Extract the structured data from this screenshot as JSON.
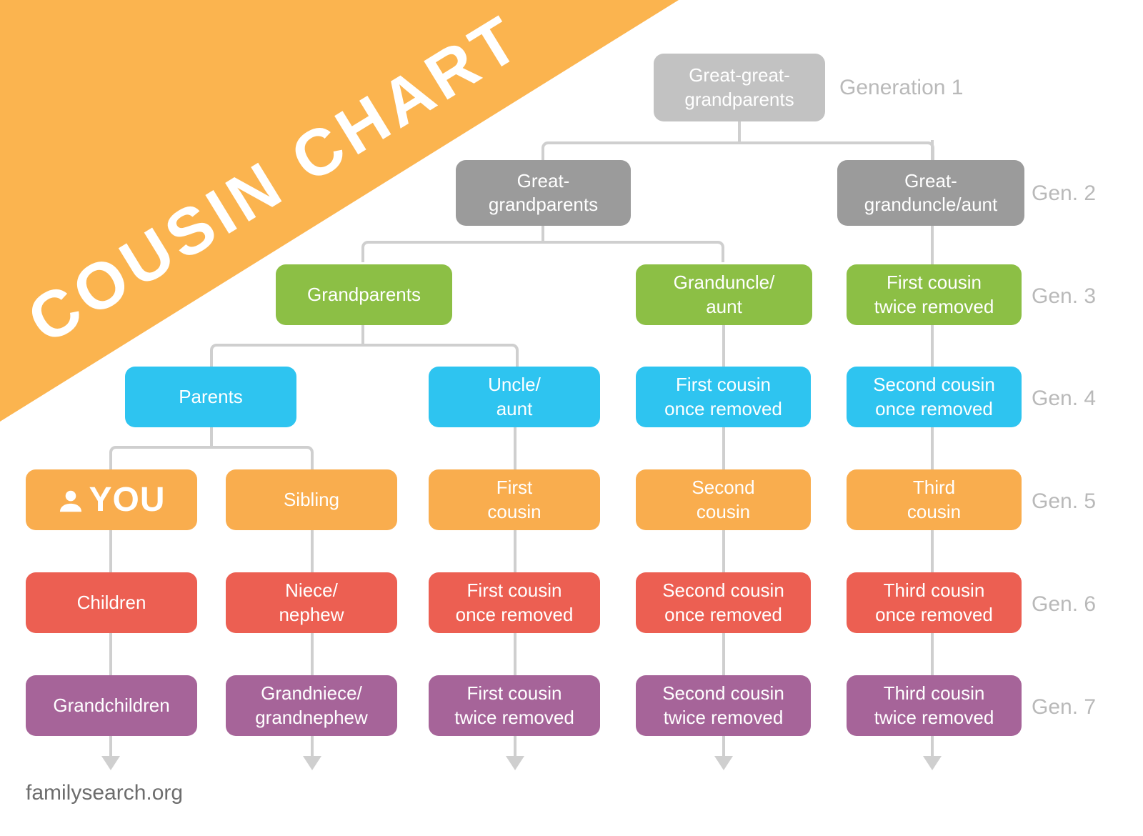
{
  "banner": {
    "title": "COUSIN CHART",
    "color": "#fbb44f"
  },
  "footer": {
    "source": "familysearch.org"
  },
  "colors": {
    "gray_light": "#c2c2c2",
    "gray_dark": "#9b9b9b",
    "green": "#8cbf45",
    "blue": "#2ec4f0",
    "orange": "#f9ad4e",
    "red": "#ec5f52",
    "purple": "#a66499",
    "connector": "#cfcfcf",
    "gen_label": "#b9b9b9"
  },
  "generation_labels": [
    {
      "id": "gen1",
      "text": "Generation 1"
    },
    {
      "id": "gen2",
      "text": "Gen. 2"
    },
    {
      "id": "gen3",
      "text": "Gen. 3"
    },
    {
      "id": "gen4",
      "text": "Gen. 4"
    },
    {
      "id": "gen5",
      "text": "Gen. 5"
    },
    {
      "id": "gen6",
      "text": "Gen. 6"
    },
    {
      "id": "gen7",
      "text": "Gen. 7"
    }
  ],
  "chart_data": {
    "type": "diagram",
    "title": "COUSIN CHART",
    "generations": 7,
    "nodes": [
      {
        "id": "n1",
        "gen": 1,
        "col": 2,
        "label": "Great-great-grandparents",
        "color": "gray_light"
      },
      {
        "id": "n2",
        "gen": 2,
        "col": 1,
        "label": "Great-grandparents",
        "color": "gray_dark"
      },
      {
        "id": "n3",
        "gen": 2,
        "col": 4,
        "label": "Great-granduncle/aunt",
        "color": "gray_dark"
      },
      {
        "id": "n4",
        "gen": 3,
        "col": 0,
        "label": "Grandparents",
        "color": "green"
      },
      {
        "id": "n5",
        "gen": 3,
        "col": 3,
        "label": "Granduncle/aunt",
        "color": "green"
      },
      {
        "id": "n6",
        "gen": 3,
        "col": 4,
        "label": "First cousin twice removed",
        "color": "green"
      },
      {
        "id": "n7",
        "gen": 4,
        "col": 0,
        "label": "Parents",
        "color": "blue"
      },
      {
        "id": "n8",
        "gen": 4,
        "col": 2,
        "label": "Uncle/aunt",
        "color": "blue"
      },
      {
        "id": "n9",
        "gen": 4,
        "col": 3,
        "label": "First cousin once removed",
        "color": "blue"
      },
      {
        "id": "n10",
        "gen": 4,
        "col": 4,
        "label": "Second cousin once removed",
        "color": "blue"
      },
      {
        "id": "n11",
        "gen": 5,
        "col": 0,
        "label": "YOU",
        "color": "orange",
        "icon": "person-icon"
      },
      {
        "id": "n12",
        "gen": 5,
        "col": 1,
        "label": "Sibling",
        "color": "orange"
      },
      {
        "id": "n13",
        "gen": 5,
        "col": 2,
        "label": "First cousin",
        "color": "orange"
      },
      {
        "id": "n14",
        "gen": 5,
        "col": 3,
        "label": "Second cousin",
        "color": "orange"
      },
      {
        "id": "n15",
        "gen": 5,
        "col": 4,
        "label": "Third cousin",
        "color": "orange"
      },
      {
        "id": "n16",
        "gen": 6,
        "col": 0,
        "label": "Children",
        "color": "red"
      },
      {
        "id": "n17",
        "gen": 6,
        "col": 1,
        "label": "Niece/nephew",
        "color": "red"
      },
      {
        "id": "n18",
        "gen": 6,
        "col": 2,
        "label": "First cousin once removed",
        "color": "red"
      },
      {
        "id": "n19",
        "gen": 6,
        "col": 3,
        "label": "Second cousin once removed",
        "color": "red"
      },
      {
        "id": "n20",
        "gen": 6,
        "col": 4,
        "label": "Third cousin once removed",
        "color": "red"
      },
      {
        "id": "n21",
        "gen": 7,
        "col": 0,
        "label": "Grandchildren",
        "color": "purple"
      },
      {
        "id": "n22",
        "gen": 7,
        "col": 1,
        "label": "Grandniece/grandnephew",
        "color": "purple"
      },
      {
        "id": "n23",
        "gen": 7,
        "col": 2,
        "label": "First cousin twice removed",
        "color": "purple"
      },
      {
        "id": "n24",
        "gen": 7,
        "col": 3,
        "label": "Second cousin twice removed",
        "color": "purple"
      },
      {
        "id": "n25",
        "gen": 7,
        "col": 4,
        "label": "Third cousin twice removed",
        "color": "purple"
      }
    ],
    "node_text": {
      "n1_line1": "Great-great-",
      "n1_line2": "grandparents",
      "n2_line1": "Great-",
      "n2_line2": "grandparents",
      "n3_line1": "Great-",
      "n3_line2": "granduncle/aunt",
      "n4": "Grandparents",
      "n5_line1": "Granduncle/",
      "n5_line2": "aunt",
      "n6_line1": "First cousin",
      "n6_line2": "twice removed",
      "n7": "Parents",
      "n8_line1": "Uncle/",
      "n8_line2": "aunt",
      "n9_line1": "First cousin",
      "n9_line2": "once removed",
      "n10_line1": "Second cousin",
      "n10_line2": "once removed",
      "n11": "YOU",
      "n12": "Sibling",
      "n13_line1": "First",
      "n13_line2": "cousin",
      "n14_line1": "Second",
      "n14_line2": "cousin",
      "n15_line1": "Third",
      "n15_line2": "cousin",
      "n16": "Children",
      "n17_line1": "Niece/",
      "n17_line2": "nephew",
      "n18_line1": "First cousin",
      "n18_line2": "once removed",
      "n19_line1": "Second cousin",
      "n19_line2": "once removed",
      "n20_line1": "Third cousin",
      "n20_line2": "once removed",
      "n21": "Grandchildren",
      "n22_line1": "Grandniece/",
      "n22_line2": "grandnephew",
      "n23_line1": "First cousin",
      "n23_line2": "twice removed",
      "n24_line1": "Second cousin",
      "n24_line2": "twice removed",
      "n25_line1": "Third cousin",
      "n25_line2": "twice removed"
    }
  }
}
